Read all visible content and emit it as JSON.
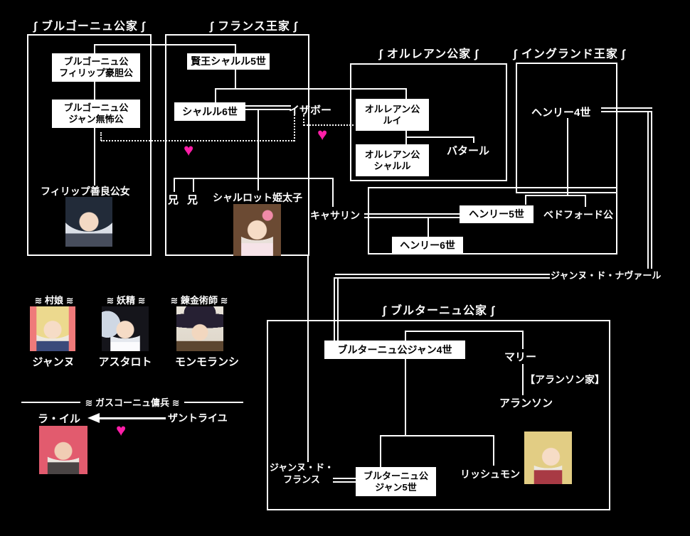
{
  "families": [
    {
      "label": "ブルゴーニュ公家"
    },
    {
      "label": "フランス王家"
    },
    {
      "label": "オルレアン公家"
    },
    {
      "label": "イングランド王家"
    },
    {
      "label": "ブルターニュ公家"
    }
  ],
  "persons": {
    "philip_bold": {
      "line1": "ブルゴーニュ公",
      "line2": "フィリップ豪胆公"
    },
    "jean_fearless": {
      "line1": "ブルゴーニュ公",
      "line2": "ジャン無怖公"
    },
    "charles5": {
      "name": "賢王シャルル5世"
    },
    "charles6": {
      "name": "シャルル6世"
    },
    "isabeau": {
      "name": "イザボー"
    },
    "louis_orleans": {
      "line1": "オルレアン公",
      "line2": "ルイ"
    },
    "charles_orleans": {
      "line1": "オルレアン公",
      "line2": "シャルル"
    },
    "batard": {
      "name": "バタール"
    },
    "henry4": {
      "name": "ヘンリー4世"
    },
    "henry5": {
      "name": "ヘンリー5世"
    },
    "henry6": {
      "name": "ヘンリー6世"
    },
    "bedford": {
      "name": "ベドフォード公"
    },
    "philippa": {
      "name": "フィリップ善良公女"
    },
    "bro1": {
      "name": "兄"
    },
    "bro2": {
      "name": "兄"
    },
    "charlotte": {
      "name": "シャルロット姫太子"
    },
    "catherine": {
      "name": "キャサリン"
    },
    "navarre": {
      "name": "ジャンヌ・ド・ナヴァール"
    },
    "jean4": {
      "name": "ブルターニュ公ジャン4世"
    },
    "marie": {
      "name": "マリー"
    },
    "alencon_family": {
      "name": "【アランソン家】"
    },
    "alencon": {
      "name": "アランソン"
    },
    "richemont": {
      "name": "リッシュモン"
    },
    "jeanne_france": {
      "line1": "ジャンヌ・ド・",
      "line2": "フランス"
    },
    "jean5": {
      "line1": "ブルターニュ公",
      "line2": "ジャン5世"
    }
  },
  "characters": [
    {
      "role": "村娘",
      "name": "ジャンヌ"
    },
    {
      "role": "妖精",
      "name": "アスタロト"
    },
    {
      "role": "錬金術師",
      "name": "モンモランシ"
    }
  ],
  "mercenary": {
    "header": "ガスコーニュ傭兵",
    "left": "ラ・イル",
    "right": "ザントライユ"
  },
  "heart_symbol": "♥",
  "colors": {
    "background": "#000000",
    "line": "#ffffff",
    "box": "#ffffff",
    "heart": "#ff1ea8"
  }
}
